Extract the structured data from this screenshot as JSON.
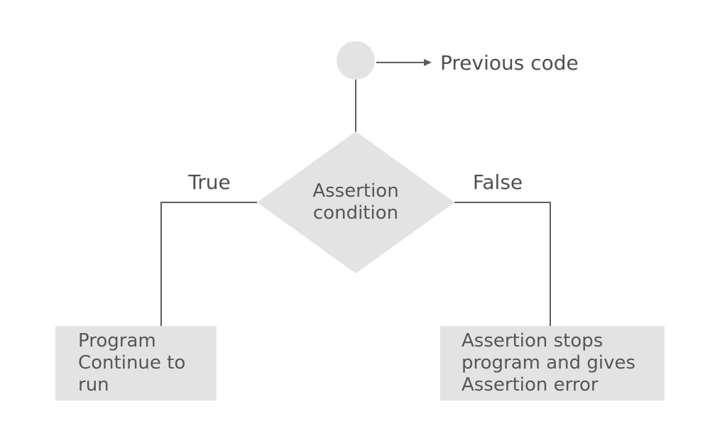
{
  "colors": {
    "shape_fill": "#e3e3e3",
    "line": "#5c5c5c",
    "text": "#4f4f4f"
  },
  "flowchart": {
    "start_label": "Previous code",
    "decision": {
      "line1": "Assertion",
      "line2": "condition"
    },
    "branches": {
      "true_label": "True",
      "false_label": "False"
    },
    "outcome_true": {
      "line1": "Program",
      "line2": "Continue to",
      "line3": "run"
    },
    "outcome_false": {
      "line1": "Assertion stops",
      "line2": "program and gives",
      "line3": "Assertion error"
    }
  }
}
